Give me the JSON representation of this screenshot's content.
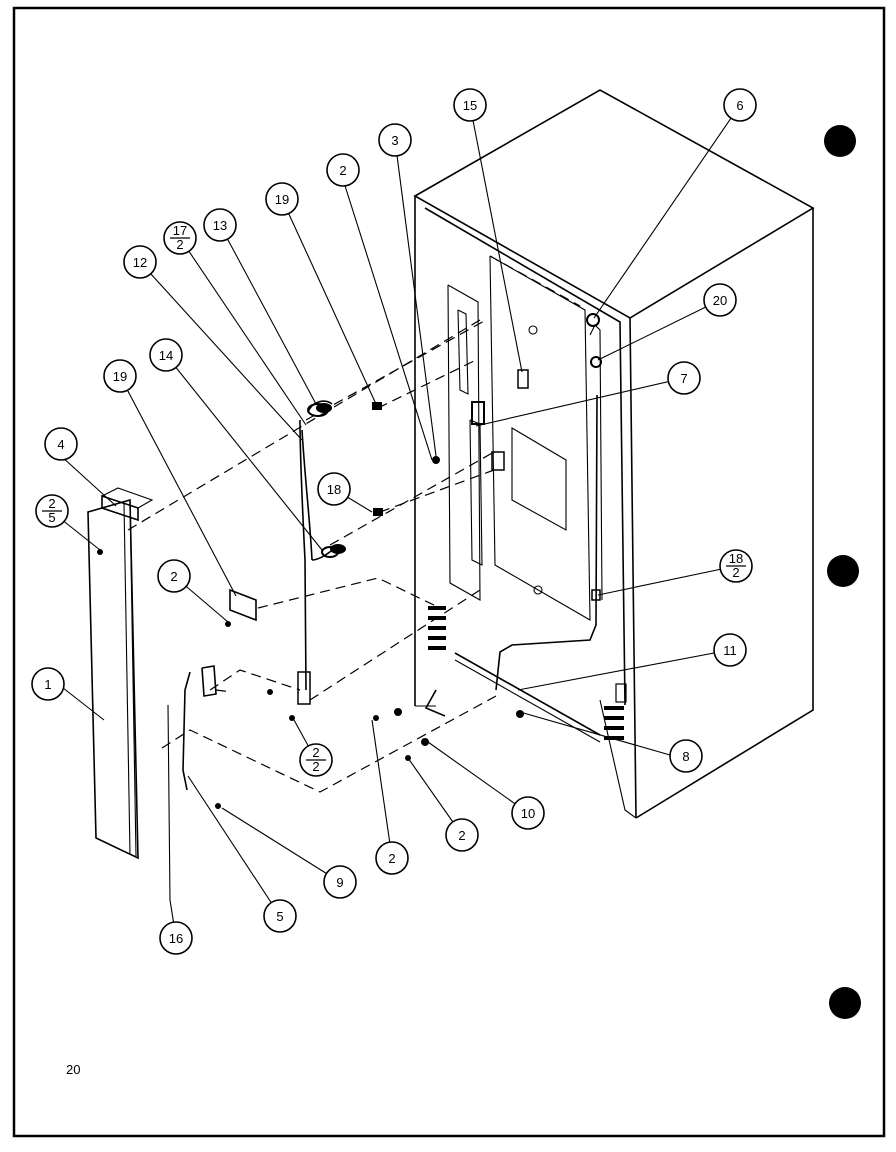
{
  "page_number": "20",
  "callouts": [
    {
      "id": "c1",
      "label": "1"
    },
    {
      "id": "c2a",
      "label": "2"
    },
    {
      "id": "c2b",
      "label": "2"
    },
    {
      "id": "c2c",
      "label": "2"
    },
    {
      "id": "c2d",
      "label": "2"
    },
    {
      "id": "c2e",
      "label": "2/5"
    },
    {
      "id": "c2f",
      "label": "2/2"
    },
    {
      "id": "c3",
      "label": "3"
    },
    {
      "id": "c4",
      "label": "4"
    },
    {
      "id": "c5",
      "label": "5"
    },
    {
      "id": "c6",
      "label": "6"
    },
    {
      "id": "c7",
      "label": "7"
    },
    {
      "id": "c8",
      "label": "8"
    },
    {
      "id": "c9",
      "label": "9"
    },
    {
      "id": "c10",
      "label": "10"
    },
    {
      "id": "c11",
      "label": "11"
    },
    {
      "id": "c12",
      "label": "12"
    },
    {
      "id": "c13",
      "label": "13"
    },
    {
      "id": "c14",
      "label": "14"
    },
    {
      "id": "c15",
      "label": "15"
    },
    {
      "id": "c16",
      "label": "16"
    },
    {
      "id": "c17",
      "label": "17/2"
    },
    {
      "id": "c18",
      "label": "18"
    },
    {
      "id": "c18b",
      "label": "18/2"
    },
    {
      "id": "c19a",
      "label": "19"
    },
    {
      "id": "c19b",
      "label": "19"
    },
    {
      "id": "c20",
      "label": "20"
    }
  ]
}
